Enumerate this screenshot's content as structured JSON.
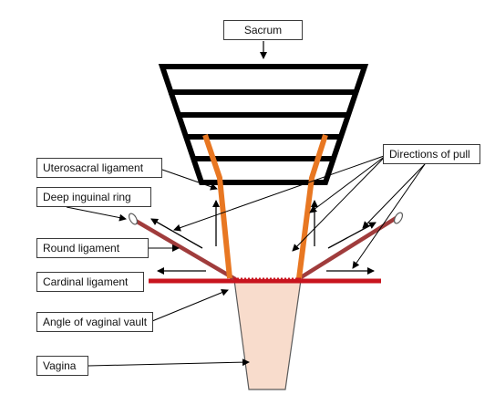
{
  "labels": {
    "sacrum": "Sacrum",
    "directions_of_pull": "Directions of pull",
    "uterosacral_ligament": "Uterosacral ligament",
    "deep_inguinal_ring": "Deep inguinal ring",
    "round_ligament": "Round ligament",
    "cardinal_ligament": "Cardinal ligament",
    "angle_of_vaginal_vault": "Angle of vaginal vault",
    "vagina": "Vagina"
  },
  "colors": {
    "sacrum_bars": "#000000",
    "uterosacral": "#e87722",
    "round_ligament": "#a03c3c",
    "cardinal": "#c8141e",
    "vagina_fill": "#f8dccc",
    "arrows": "#000000"
  }
}
